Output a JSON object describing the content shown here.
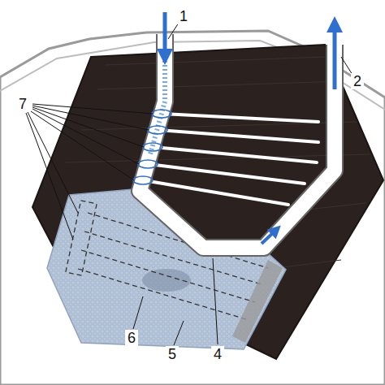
{
  "diagram": {
    "labels": [
      "1",
      "2",
      "7",
      "6",
      "5",
      "4"
    ]
  }
}
